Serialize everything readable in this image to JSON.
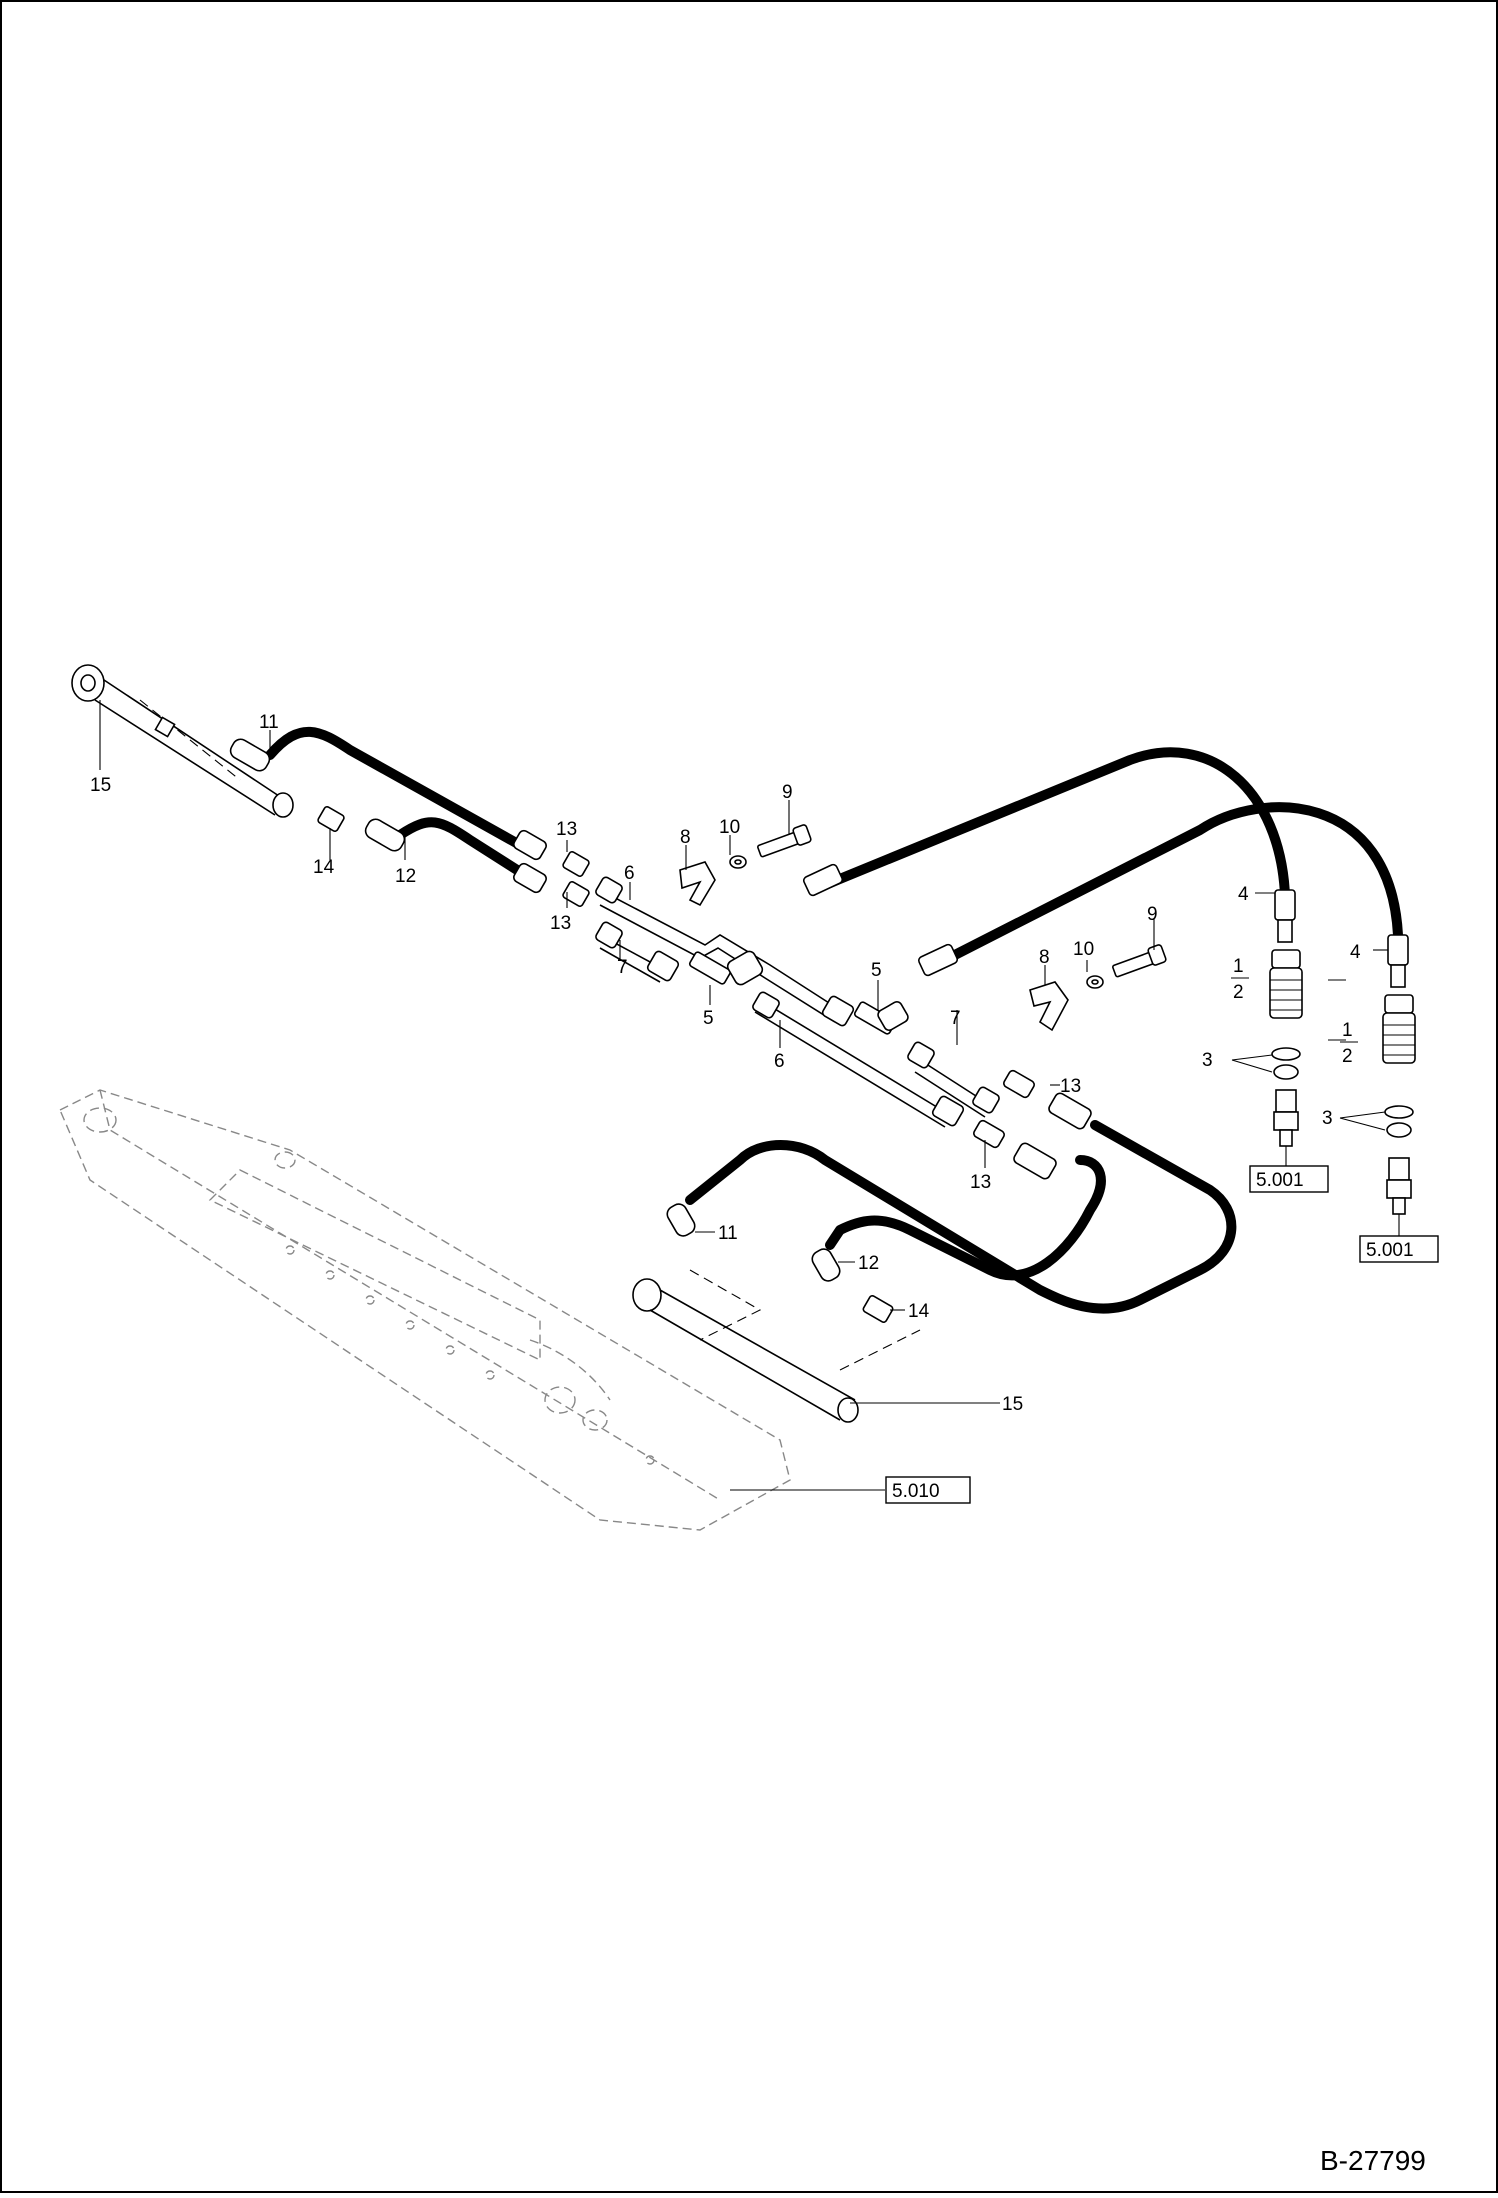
{
  "callouts": {
    "c15a": "15",
    "c11a": "11",
    "c14a": "14",
    "c12a": "12",
    "c13a": "13",
    "c13b": "13",
    "c8a": "8",
    "c10a": "10",
    "c9a": "9",
    "c6a": "6",
    "c7a": "7",
    "c5a": "5",
    "c5b": "5",
    "c6b": "6",
    "c7b": "7",
    "c8b": "8",
    "c10b": "10",
    "c9b": "9",
    "c13c": "13",
    "c13d": "13",
    "c11b": "11",
    "c12b": "12",
    "c14b": "14",
    "c15b": "15",
    "c4a": "4",
    "c1a": "1",
    "c2a": "2",
    "c3a": "3",
    "c4b": "4",
    "c1b": "1",
    "c2b": "2",
    "c3b": "3"
  },
  "references": {
    "ref_a": "5.001",
    "ref_b": "5.001",
    "ref_c": "5.010"
  },
  "document_number": "B-27799"
}
